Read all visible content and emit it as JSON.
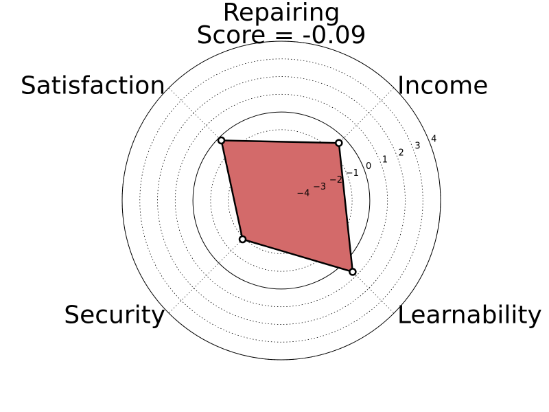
{
  "chart_data": {
    "type": "radar",
    "title_lines": [
      "Repairing",
      "Score = -0.09"
    ],
    "axes": [
      "Income",
      "Learnability",
      "Security",
      "Satisfaction"
    ],
    "values": [
      -0.4,
      0.7,
      -1.9,
      -0.2
    ],
    "r_ticks": [
      -4,
      -3,
      -2,
      -1,
      0,
      1,
      2,
      3,
      4
    ],
    "r_tick_labels": [
      "−4",
      "−3",
      "−2",
      "−1",
      "0",
      "1",
      "2",
      "3",
      "4"
    ],
    "rlim": [
      -5,
      4
    ],
    "grid": true,
    "series_color": "#d36a6a",
    "outline_color": "#000000"
  }
}
